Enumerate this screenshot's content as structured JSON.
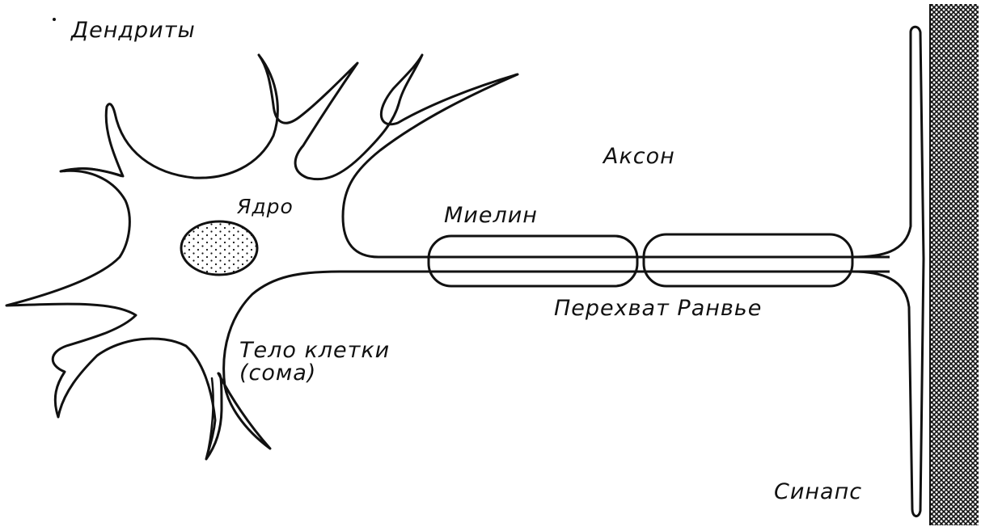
{
  "labels": {
    "dendrites": "Дендриты",
    "axon": "Аксон",
    "nucleus": "Ядро",
    "myelin": "Миелин",
    "ranvier": "Перехват Ранвье",
    "soma_line1": "Тело клетки",
    "soma_line2": "(сома)",
    "synapse": "Синапс"
  },
  "colors": {
    "ink": "#111111",
    "background": "#ffffff"
  }
}
